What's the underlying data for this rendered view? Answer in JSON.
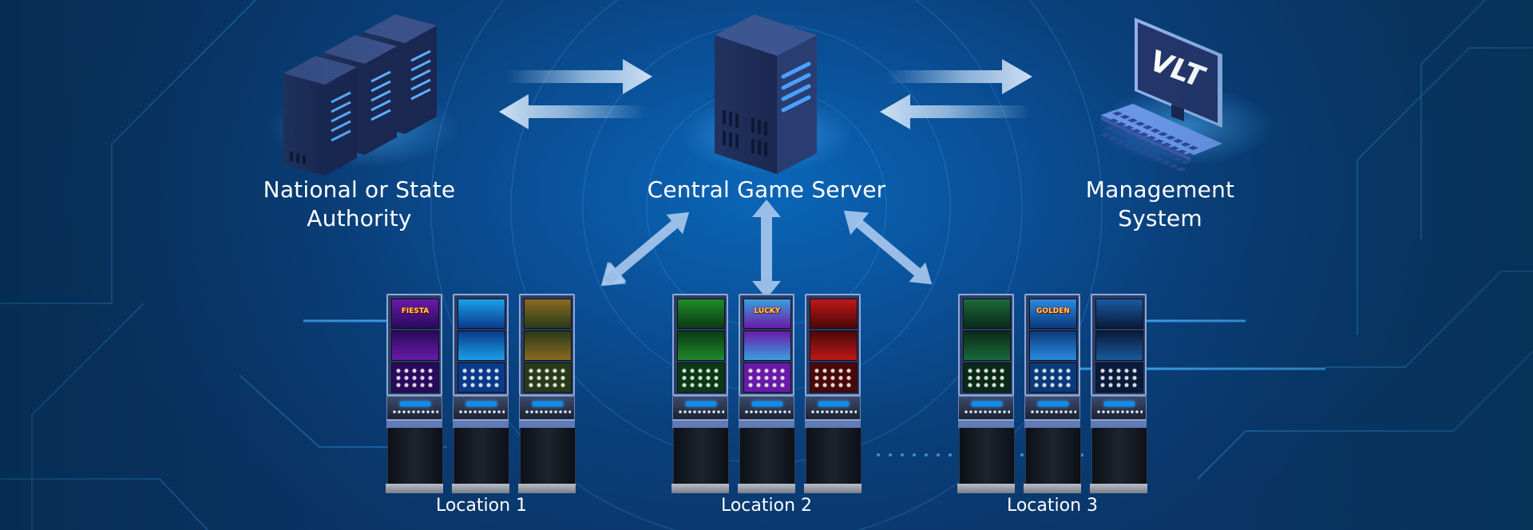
{
  "nodes": {
    "authority": {
      "line1": "National or State",
      "line2": "Authority",
      "icon": "server-rack-icon"
    },
    "central": {
      "label": "Central Game Server",
      "icon": "server-tower-icon"
    },
    "management": {
      "line1": "Management",
      "line2": "System",
      "icon": "vlt-computer-icon"
    }
  },
  "vlt_screen_text": "VLT",
  "locations": [
    {
      "label": "Location 1",
      "machines": [
        {
          "title": "FIESTA",
          "c1": "#6a1aa8",
          "c2": "#2a0a5c"
        },
        {
          "title": "",
          "c1": "#1aa0e8",
          "c2": "#0a3a8c"
        },
        {
          "title": "",
          "c1": "#8a6a20",
          "c2": "#2a3a18"
        }
      ]
    },
    {
      "label": "Location 2",
      "machines": [
        {
          "title": "",
          "c1": "#1f8a2a",
          "c2": "#0a3a14"
        },
        {
          "title": "LUCKY",
          "c1": "#3aa0e0",
          "c2": "#6a1aa8"
        },
        {
          "title": "",
          "c1": "#c01818",
          "c2": "#4a0808"
        }
      ]
    },
    {
      "label": "Location 3",
      "machines": [
        {
          "title": "",
          "c1": "#1a6a3a",
          "c2": "#0a2a18"
        },
        {
          "title": "GOLDEN",
          "c1": "#2a8ae0",
          "c2": "#0a3a7a"
        },
        {
          "title": "",
          "c1": "#1a5aa0",
          "c2": "#0a1a3a"
        }
      ]
    }
  ],
  "colors": {
    "arrow": "#b8d4f0",
    "server_face": "#2b3f72",
    "server_light": "#4aa0ff",
    "circuit_line": "#2a7fc8"
  }
}
